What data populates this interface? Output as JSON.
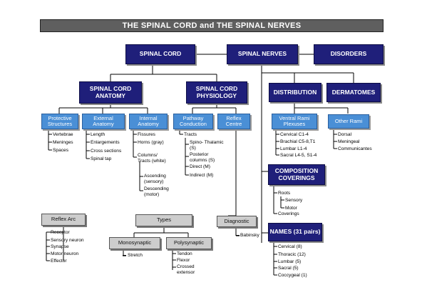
{
  "title": "THE SPINAL CORD and THE SPINAL NERVES",
  "top": {
    "spinal_cord": "SPINAL CORD",
    "spinal_nerves": "SPINAL NERVES",
    "disorders": "DISORDERS"
  },
  "second": {
    "anatomy": "SPINAL CORD ANATOMY",
    "physiology": "SPINAL CORD PHYSIOLOGY",
    "distribution": "DISTRIBUTION",
    "dermatomes": "DERMATOMES",
    "composition": "COMPOSITION COVERINGS",
    "names": "NAMES (31 pairs)"
  },
  "third": {
    "protective": "Protective Structures",
    "external": "External Anatomy",
    "internal": "Internal Anatomy",
    "pathway": "Pathway Conduction",
    "reflex_centre": "Reflex Centre",
    "ventral": "Ventral Rami Plexuses",
    "other_rami": "Other Rami"
  },
  "lists": {
    "protective": [
      "Vertebrae",
      "Meninges",
      "Spaces"
    ],
    "external": [
      "Length",
      "Enlargements",
      "Cross sections",
      "Spinal tap"
    ],
    "internal_1": "Fissures",
    "internal_2": "Horns (gray)",
    "internal_3": "Columns/ Tracts (white)",
    "internal_4": "Ascending (sensory)",
    "internal_5": "Descending (motor)",
    "pathway_1": "Tracts",
    "pathway_2": "Spino- Thalamic (S)",
    "pathway_3": "Posterior columns (S)",
    "pathway_4": "Direct (M)",
    "pathway_5": "Indirect (M)",
    "ventral": [
      "Cervical C1-4",
      "Brachial C5-8,T1",
      "Lumbar L1-4",
      "Sacral L4-5, S1-4"
    ],
    "other_rami": [
      "Dorsal",
      "Meningeal",
      "Communicantes"
    ],
    "composition_1": "Roots",
    "composition_2": "Sensory",
    "composition_3": "Motor",
    "composition_4": "Coverings",
    "names": [
      "Cervical (8)",
      "Thoracic (12)",
      "Lumbar (5)",
      "Sacral (5)",
      "Coccygeal (1)"
    ]
  },
  "grey": {
    "reflex_arc": "Reflex Arc",
    "types": "Types",
    "mono": "Monosynaptic",
    "poly": "Polysynaptic",
    "diagnostic": "Diagnostic"
  },
  "grey_lists": {
    "reflex_arc": [
      "Receptor",
      "Sensory neuron",
      "Synapse",
      "Motor neuron",
      "Effector"
    ],
    "mono": "Stretch",
    "poly_1": "Tendon",
    "poly_2": "Flexor",
    "poly_3": "Crossed extensor",
    "diagnostic": "Babinsky"
  },
  "colors": {
    "navy": "#1f1f7a",
    "blue": "#4a8fd6",
    "grey_box": "#cdcdcd",
    "title_bar": "#5f5f5f"
  }
}
